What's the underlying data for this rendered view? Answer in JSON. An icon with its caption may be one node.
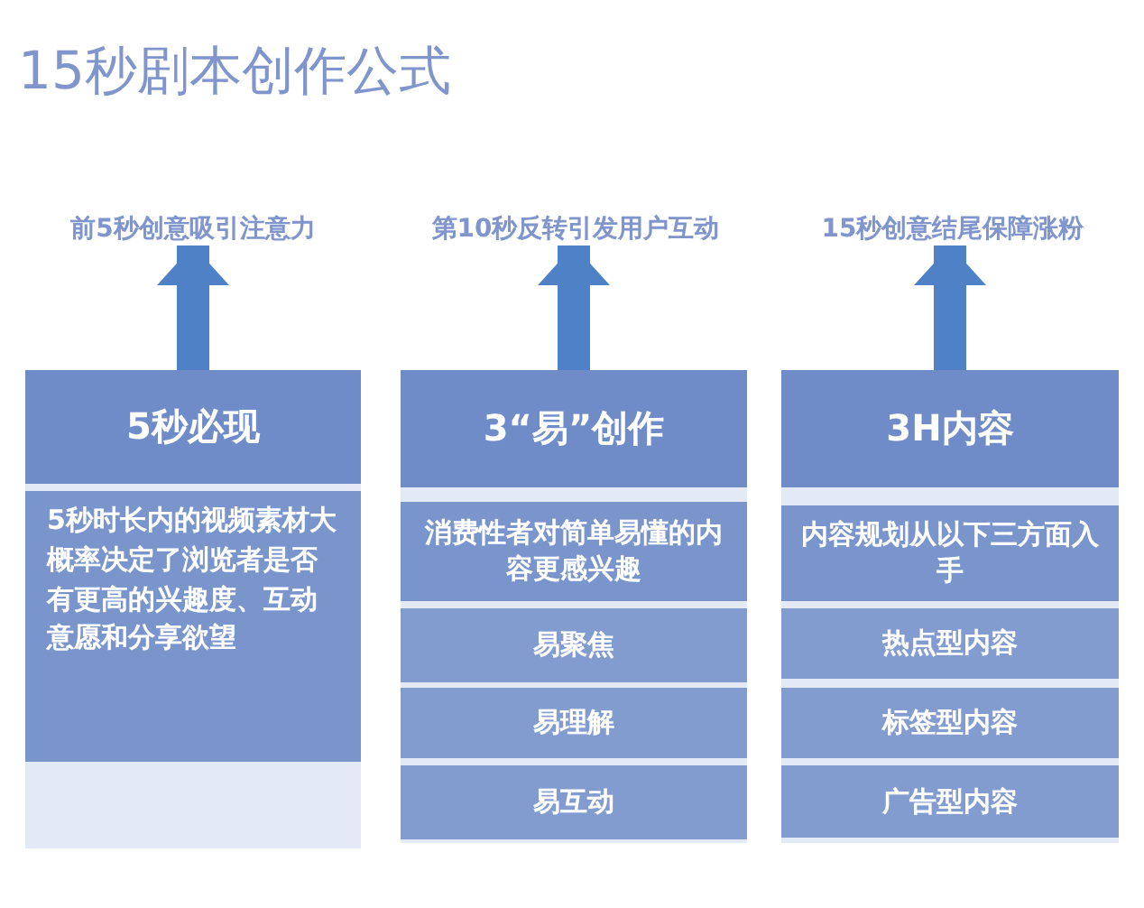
{
  "diagram": {
    "title": "15秒剧本创作公式",
    "nodes": [
      {
        "text": [
          "前5秒创意吸引注意力"
        ]
      },
      {
        "text": [
          "第10秒反转引发用户互动"
        ]
      },
      {
        "text": [
          "15秒创意结尾保障涨粉"
        ]
      },
      {
        "text": [
          "5秒必现"
        ]
      },
      {
        "text": [
          "5秒时长内的视频素材大概率决定了浏览者是否有更高的兴趣度、互动意愿和分享欲望"
        ]
      },
      {
        "text": [
          "3“易”创作"
        ]
      },
      {
        "text": [
          "消费性者对简单易懂的内容更感兴趣"
        ]
      },
      {
        "text": [
          "易聚焦"
        ]
      },
      {
        "text": [
          "易理解"
        ]
      },
      {
        "text": [
          "易互动"
        ]
      },
      {
        "text": [
          "3H内容"
        ]
      },
      {
        "text": [
          "内容规划从以下三方面入手"
        ]
      },
      {
        "text": [
          "热点型内容"
        ]
      },
      {
        "text": [
          "标签型内容"
        ]
      },
      {
        "text": [
          "广告型内容"
        ]
      }
    ],
    "edges": [
      {
        "from": 3,
        "to": 0,
        "arrow": "to"
      },
      {
        "from": 5,
        "to": 1,
        "arrow": "to"
      },
      {
        "from": 10,
        "to": 2,
        "arrow": "to"
      }
    ]
  }
}
